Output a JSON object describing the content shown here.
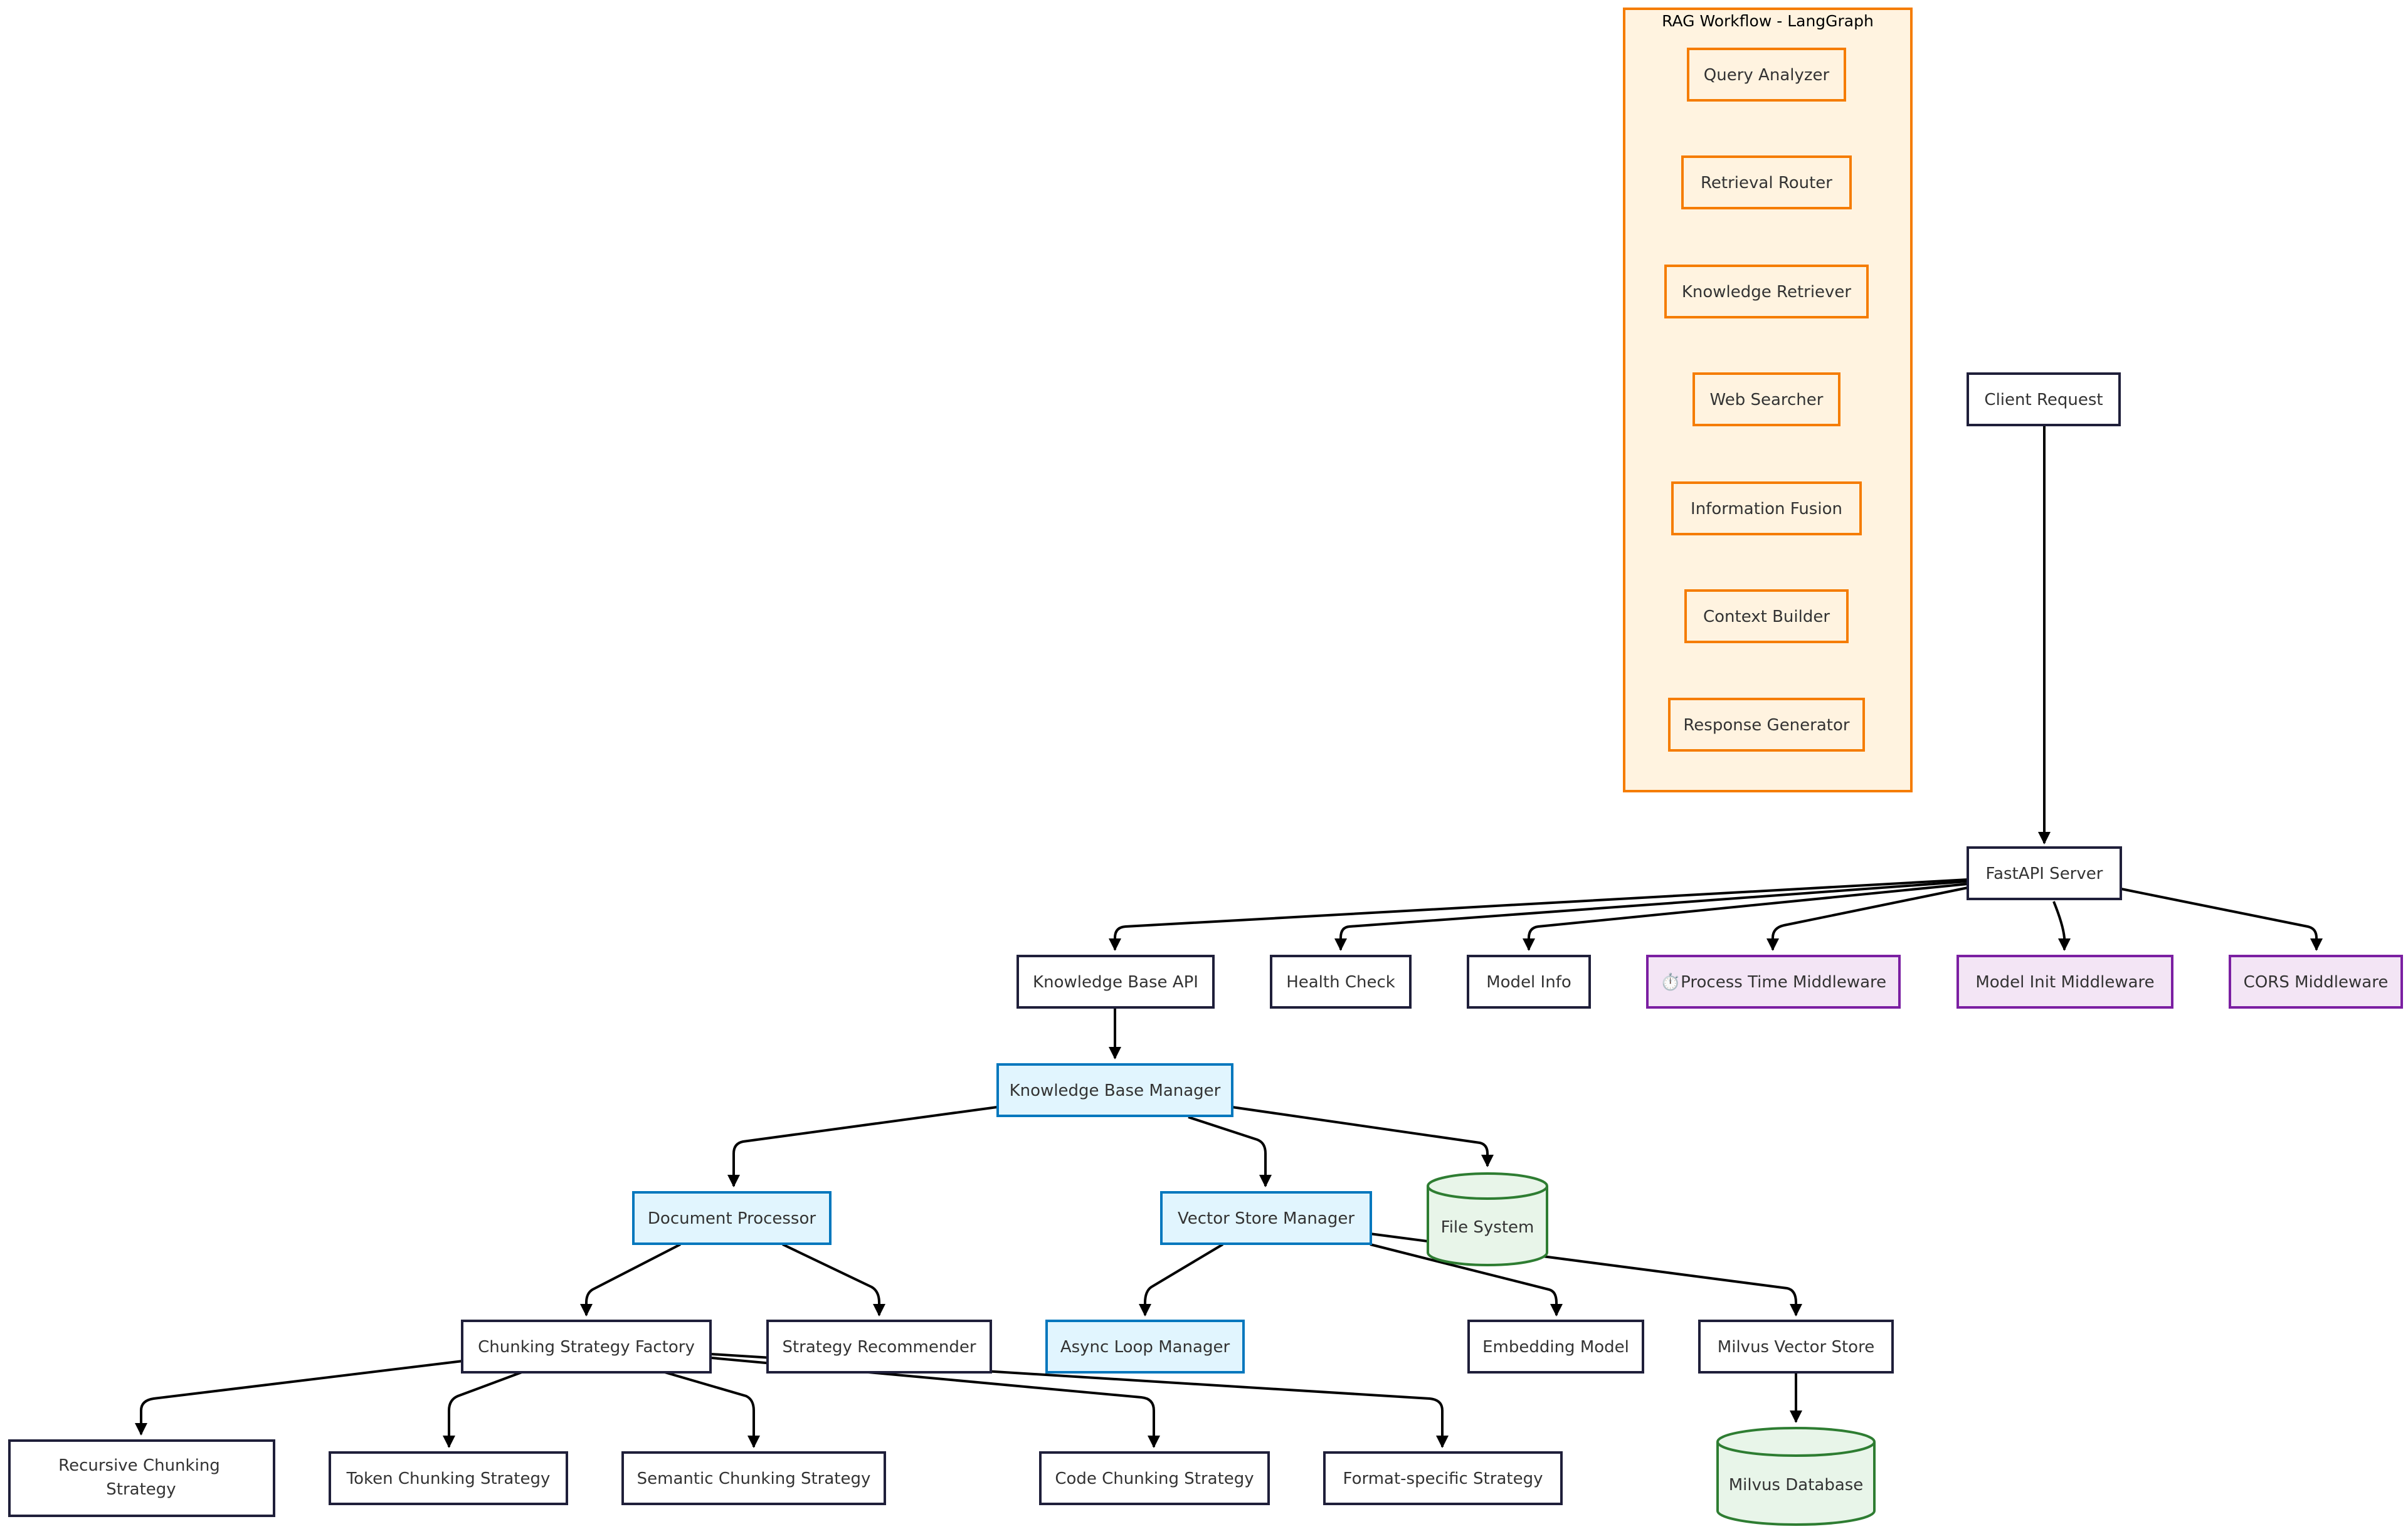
{
  "diagram": {
    "group": {
      "title": "RAG Workflow - LangGraph"
    },
    "nodes": {
      "query_analyzer": "Query Analyzer",
      "retrieval_router": "Retrieval Router",
      "knowledge_retriever": "Knowledge Retriever",
      "web_searcher": "Web Searcher",
      "information_fusion": "Information Fusion",
      "context_builder": "Context Builder",
      "response_generator": "Response Generator",
      "client_request": "Client Request",
      "fastapi_server": "FastAPI Server",
      "knowledge_base_api": "Knowledge Base API",
      "health_check": "Health Check",
      "model_info": "Model Info",
      "process_time_middleware": "⏱️Process Time Middleware",
      "model_init_middleware": "Model Init Middleware",
      "cors_middleware": "CORS Middleware",
      "knowledge_base_manager": "Knowledge Base Manager",
      "document_processor": "Document Processor",
      "vector_store_manager": "Vector Store Manager",
      "file_system": "File System",
      "chunking_strategy_factory": "Chunking Strategy Factory",
      "strategy_recommender": "Strategy Recommender",
      "async_loop_manager": "Async Loop Manager",
      "embedding_model": "Embedding Model",
      "milvus_vector_store": "Milvus Vector Store",
      "recursive_chunking_line1": "Recursive Chunking",
      "recursive_chunking_line2": "Strategy",
      "token_chunking": "Token Chunking Strategy",
      "semantic_chunking": "Semantic Chunking Strategy",
      "code_chunking": "Code Chunking Strategy",
      "format_specific": "Format-specific Strategy",
      "milvus_database": "Milvus Database"
    },
    "colors": {
      "default_fill": "#ffffff",
      "default_stroke": "#1f1f3a",
      "orange_fill": "#fff3e0",
      "orange_stroke": "#f57c00",
      "blue_fill": "#e1f5fe",
      "blue_stroke": "#0277bd",
      "purple_fill": "#f3e5f5",
      "purple_stroke": "#7b1fa2",
      "green_fill": "#e8f5e9",
      "green_stroke": "#2e7d32"
    }
  }
}
